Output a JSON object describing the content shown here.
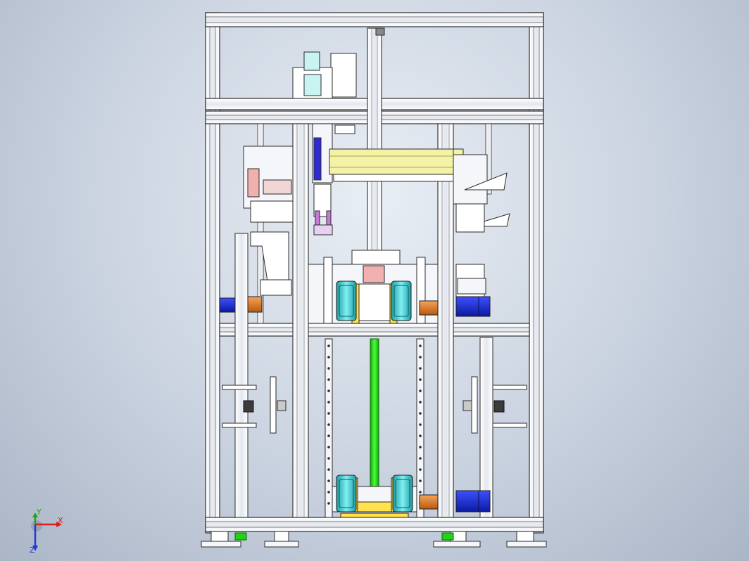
{
  "viewport": {
    "view_type": "front",
    "colors": {
      "frame_fill": "#f4f6f9",
      "frame_edge": "#2b2b2b",
      "background": "#c9d2df",
      "motor_blue": "#1a2fd4",
      "coupling_orange": "#e07a22",
      "servo_cyan": "#36c9cf",
      "screw_green": "#21d414",
      "cylinder_yellow": "#f4f2a6",
      "block_pink": "#f1b0b0",
      "bracket_yellow": "#ffe24d"
    }
  },
  "triad": {
    "x_label": "X",
    "y_label": "Y",
    "z_label": "Z"
  }
}
